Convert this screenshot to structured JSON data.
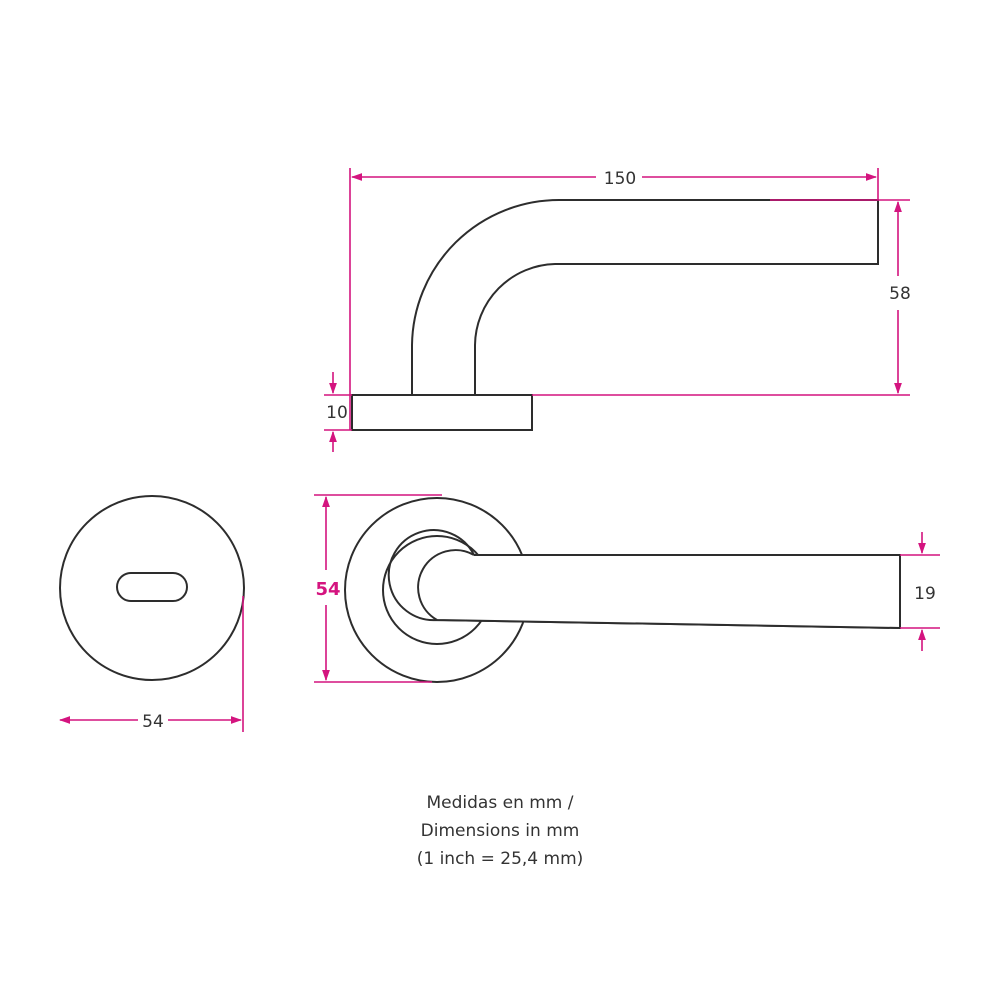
{
  "colors": {
    "outline": "#2d2d2d",
    "dimension": "#d4147f",
    "text": "#333333"
  },
  "dimensions": {
    "lever_length": "150",
    "lever_height": "58",
    "rose_thickness": "10",
    "rose_diameter_front": "54",
    "rose_diameter_escutcheon": "54",
    "lever_width": "19"
  },
  "note": {
    "line1": "Medidas en mm /",
    "line2": "Dimensions in mm",
    "line3": "(1 inch = 25,4 mm)"
  }
}
